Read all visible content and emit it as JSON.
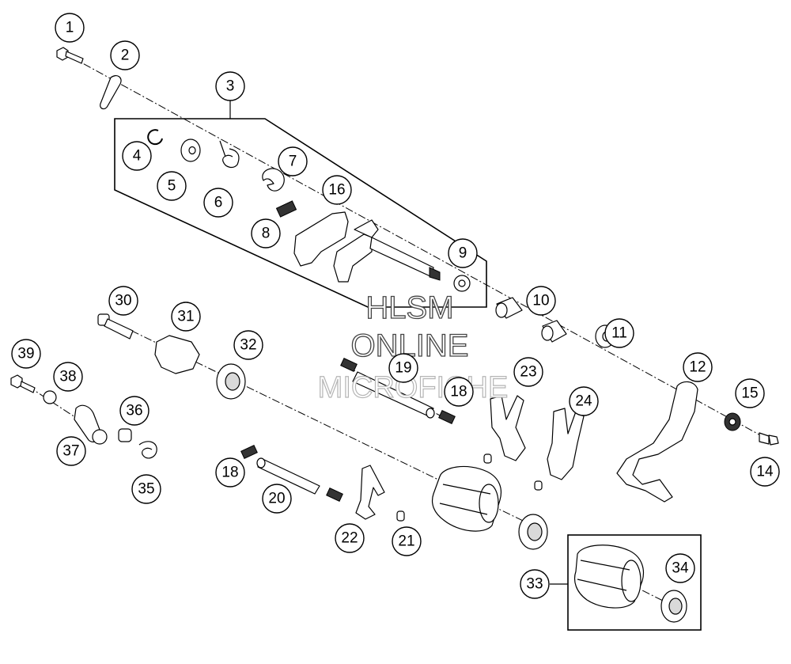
{
  "watermark": {
    "line1": "HLSM",
    "line2": "ONLINE",
    "line3": "MICROFICHE"
  },
  "callouts": [
    "1",
    "2",
    "3",
    "4",
    "5",
    "6",
    "7",
    "8",
    "9",
    "10",
    "11",
    "12",
    "14",
    "15",
    "16",
    "18",
    "18",
    "19",
    "20",
    "21",
    "22",
    "23",
    "24",
    "30",
    "31",
    "32",
    "33",
    "34",
    "35",
    "36",
    "37",
    "38",
    "39"
  ],
  "colors": {
    "line": "#000000",
    "background": "#ffffff",
    "watermark_outline": "#444444"
  }
}
